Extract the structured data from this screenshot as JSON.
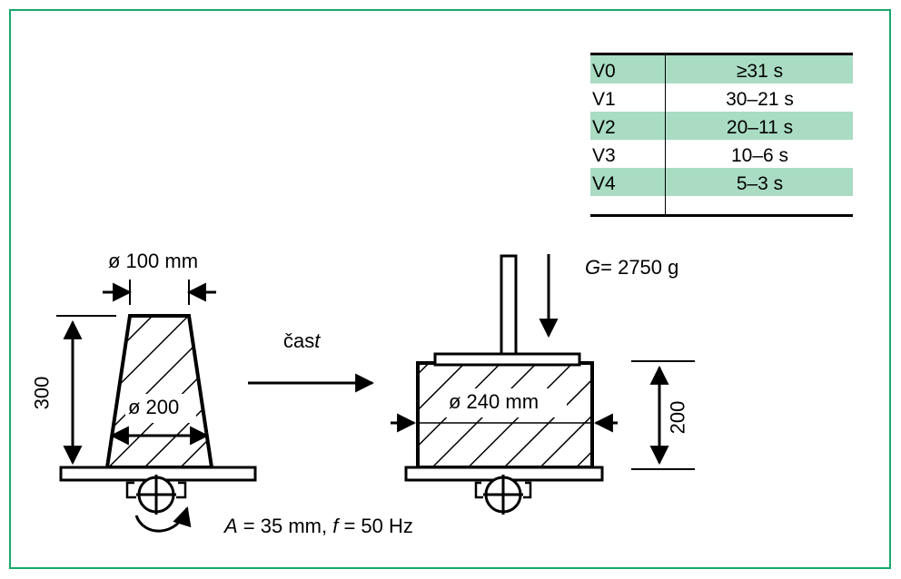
{
  "table": {
    "rows": [
      {
        "code": "V0",
        "time": "≥31 s",
        "shaded": true
      },
      {
        "code": "V1",
        "time": "30–21 s",
        "shaded": false
      },
      {
        "code": "V2",
        "time": "20–11 s",
        "shaded": true
      },
      {
        "code": "V3",
        "time": "10–6 s",
        "shaded": false
      },
      {
        "code": "V4",
        "time": "5–3 s",
        "shaded": true
      }
    ]
  },
  "labels": {
    "top_diameter": "ø 100 mm",
    "cone_height": "300",
    "cone_base_diameter": "ø 200",
    "time_label_prefix": "čas",
    "time_label_var": "t",
    "weight_var": "G",
    "weight_value": "= 2750 g",
    "cylinder_diameter": "ø 240 mm",
    "cylinder_height": "200",
    "vibration_A_var": "A",
    "vibration_A_value": " = 35 mm, ",
    "vibration_f_var": "f",
    "vibration_f_value": " = 50 Hz"
  },
  "colors": {
    "frame": "#1aa86a",
    "table_shade": "#a9dcc3"
  }
}
